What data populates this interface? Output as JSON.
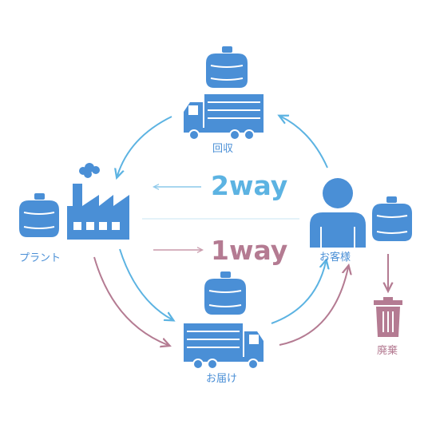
{
  "colors": {
    "blue": "#4a8fd6",
    "cycle_blue": "#5cb3e2",
    "mauve": "#b47b92",
    "white": "#ffffff",
    "divider": "#c9e4f3"
  },
  "labels": {
    "collection": "回収",
    "plant": "プラント",
    "customer": "お客様",
    "delivery": "お届け",
    "disposal": "廃棄",
    "two_way": "2way",
    "one_way": "1way"
  },
  "icons": {
    "top_bottle": "water-bottle-icon",
    "top_truck": "truck-icon",
    "factory": "factory-icon",
    "plant_bottle": "water-bottle-icon",
    "customer": "person-icon",
    "customer_bottle": "water-bottle-icon",
    "bottom_bottle": "water-bottle-icon",
    "bottom_truck": "truck-icon",
    "trash": "trash-can-icon"
  }
}
